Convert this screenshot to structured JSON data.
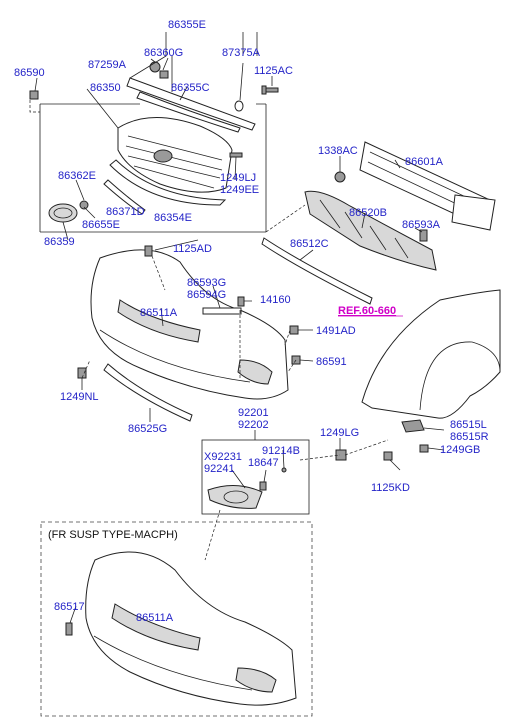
{
  "labels": {
    "p86355E": "86355E",
    "p86360G": "86360G",
    "p87375A": "87375A",
    "p87259A": "87259A",
    "p86355C": "86355C",
    "p1125AC": "1125AC",
    "p86590": "86590",
    "p86350": "86350",
    "p86362E": "86362E",
    "p1249LJ": "1249LJ",
    "p1249EE": "1249EE",
    "p86371D": "86371D",
    "p86655E": "86655E",
    "p86354E": "86354E",
    "p86359": "86359",
    "p1338AC": "1338AC",
    "p86601A": "86601A",
    "p86520B": "86520B",
    "p86593A": "86593A",
    "p1125AD": "1125AD",
    "p86512C": "86512C",
    "p86593G": "86593G",
    "p86594G": "86594G",
    "p14160": "14160",
    "p86511A": "86511A",
    "p1491AD": "1491AD",
    "p86591": "86591",
    "p1249NL": "1249NL",
    "p86525G": "86525G",
    "p92201": "92201",
    "p92202": "92202",
    "p1249LG": "1249LG",
    "p91214B": "91214B",
    "pX92231": "X92231",
    "p92241": "92241",
    "p18647": "18647",
    "p86515L": "86515L",
    "p86515R": "86515R",
    "p1249GB": "1249GB",
    "p1125KD": "1125KD",
    "p86517": "86517",
    "p86511A_b": "86511A"
  },
  "reference": "REF.60-660",
  "variant_caption": "(FR SUSP TYPE-MACPH)"
}
